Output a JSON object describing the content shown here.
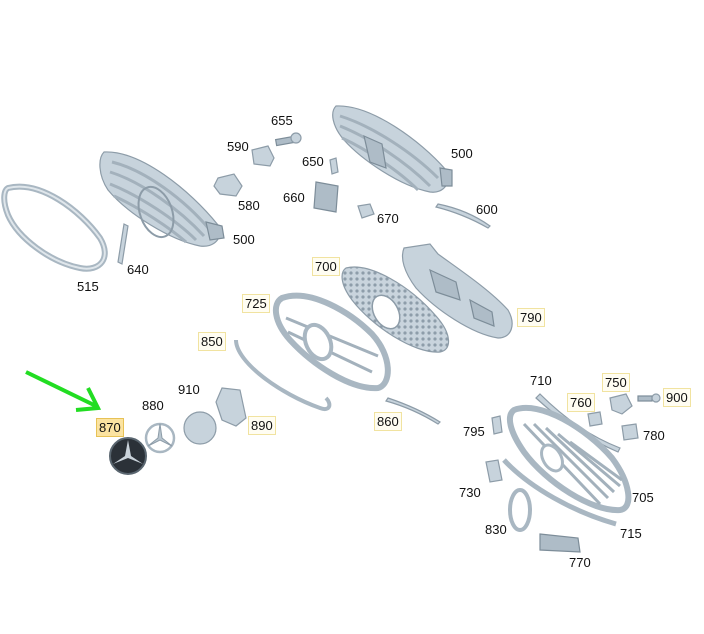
{
  "labels": [
    {
      "id": "655",
      "text": "655"
    },
    {
      "id": "590",
      "text": "590"
    },
    {
      "id": "650",
      "text": "650"
    },
    {
      "id": "500a",
      "text": "500"
    },
    {
      "id": "660",
      "text": "660"
    },
    {
      "id": "580",
      "text": "580"
    },
    {
      "id": "670",
      "text": "670"
    },
    {
      "id": "600",
      "text": "600"
    },
    {
      "id": "500b",
      "text": "500"
    },
    {
      "id": "515",
      "text": "515"
    },
    {
      "id": "640",
      "text": "640"
    },
    {
      "id": "700",
      "text": "700"
    },
    {
      "id": "725",
      "text": "725"
    },
    {
      "id": "790",
      "text": "790"
    },
    {
      "id": "850",
      "text": "850"
    },
    {
      "id": "910",
      "text": "910"
    },
    {
      "id": "880",
      "text": "880"
    },
    {
      "id": "890",
      "text": "890"
    },
    {
      "id": "870",
      "text": "870"
    },
    {
      "id": "860",
      "text": "860"
    },
    {
      "id": "710",
      "text": "710"
    },
    {
      "id": "750",
      "text": "750"
    },
    {
      "id": "760",
      "text": "760"
    },
    {
      "id": "900",
      "text": "900"
    },
    {
      "id": "795",
      "text": "795"
    },
    {
      "id": "780",
      "text": "780"
    },
    {
      "id": "730",
      "text": "730"
    },
    {
      "id": "705",
      "text": "705"
    },
    {
      "id": "830",
      "text": "830"
    },
    {
      "id": "715",
      "text": "715"
    },
    {
      "id": "770",
      "text": "770"
    }
  ],
  "highlight": {
    "label": "870",
    "arrow_color": "#22dd22",
    "highlight_color": "#fbe3a1"
  }
}
